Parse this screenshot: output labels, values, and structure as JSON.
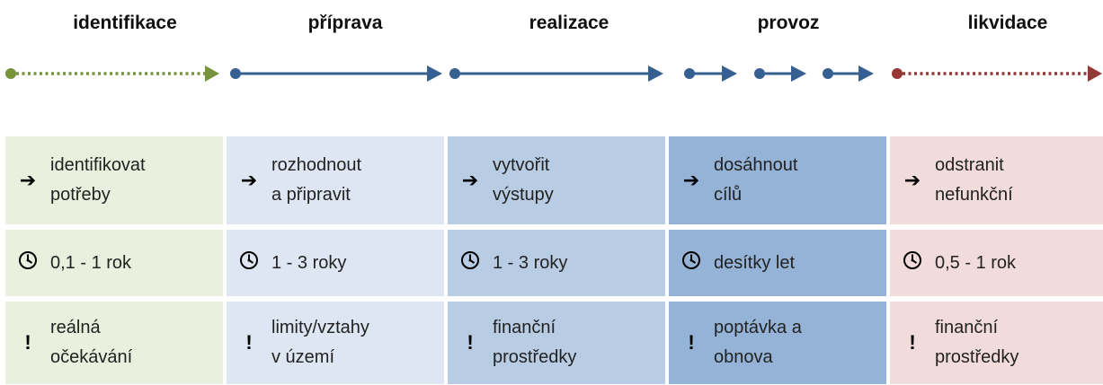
{
  "phases": [
    {
      "title": "identifikace",
      "color": "#e9f0dd",
      "goal": "identifikovat\npotřeby",
      "duration": "0,1 - 1 rok",
      "risk": "reálná\nočekávání"
    },
    {
      "title": "příprava",
      "color": "#dde6f2",
      "goal": "rozhodnout\na připravit",
      "duration": "1 - 3 roky",
      "risk": "limity/vztahy\nv území"
    },
    {
      "title": "realizace",
      "color": "#b8cce4",
      "goal": "vytvořit\nvýstupy",
      "duration": "1 - 3 roky",
      "risk": "finanční\nprostředky"
    },
    {
      "title": "provoz",
      "color": "#94b3d7",
      "goal": "dosáhnout\ncílů",
      "duration": "desítky let",
      "risk": "poptávka a\nobnova"
    },
    {
      "title": "likvidace",
      "color": "#f2dcdb",
      "goal": "odstranit\nnefunkční",
      "duration": "0,5 - 1 rok",
      "risk": "finanční\nprostředky"
    }
  ],
  "symbols": {
    "goal": "➔",
    "risk": "!",
    "duration_icon": "clock-icon"
  },
  "colors": {
    "green_line": "#77933c",
    "blue_line": "#376092",
    "red_line": "#953735"
  }
}
